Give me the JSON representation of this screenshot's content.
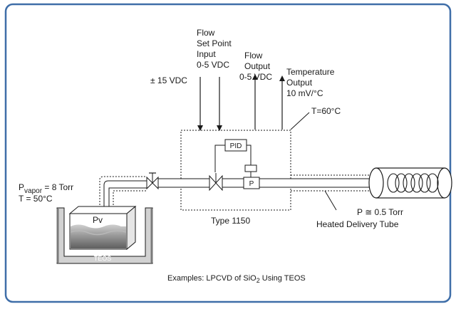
{
  "labels": {
    "flow_setpoint": [
      "Flow",
      "Set Point",
      "Input",
      "0-5 VDC"
    ],
    "power": "± 15 VDC",
    "flow_output": [
      "Flow",
      "Output",
      "0-5 VDC"
    ],
    "temperature_output": [
      "Temperature",
      "Output",
      "10 mV/°C"
    ],
    "temperature_setting": "T=60°C",
    "pid": "PID",
    "pressure_sensor": "P",
    "vapor_pressure_prefix": "P",
    "vapor_pressure_sub": "vapor",
    "vapor_pressure_value": " = 8 Torr",
    "source_temperature": "T = 50°C",
    "pv": "Pv",
    "teos": "TEOS",
    "type": "Type 1150",
    "delivery_pressure": "P ≅ 0.5 Torr",
    "heated_tube": "Heated Delivery Tube"
  },
  "caption": {
    "prefix": "Examples: LPCVD of SiO",
    "subscript": "2",
    "suffix": " Using TEOS"
  },
  "colors": {
    "frame": "#3f6ea8",
    "ink": "#1a1a1a",
    "liquid_light": "#d4d4d4",
    "liquid_dark": "#6e6e6e",
    "wall": "#9a9a9a"
  }
}
